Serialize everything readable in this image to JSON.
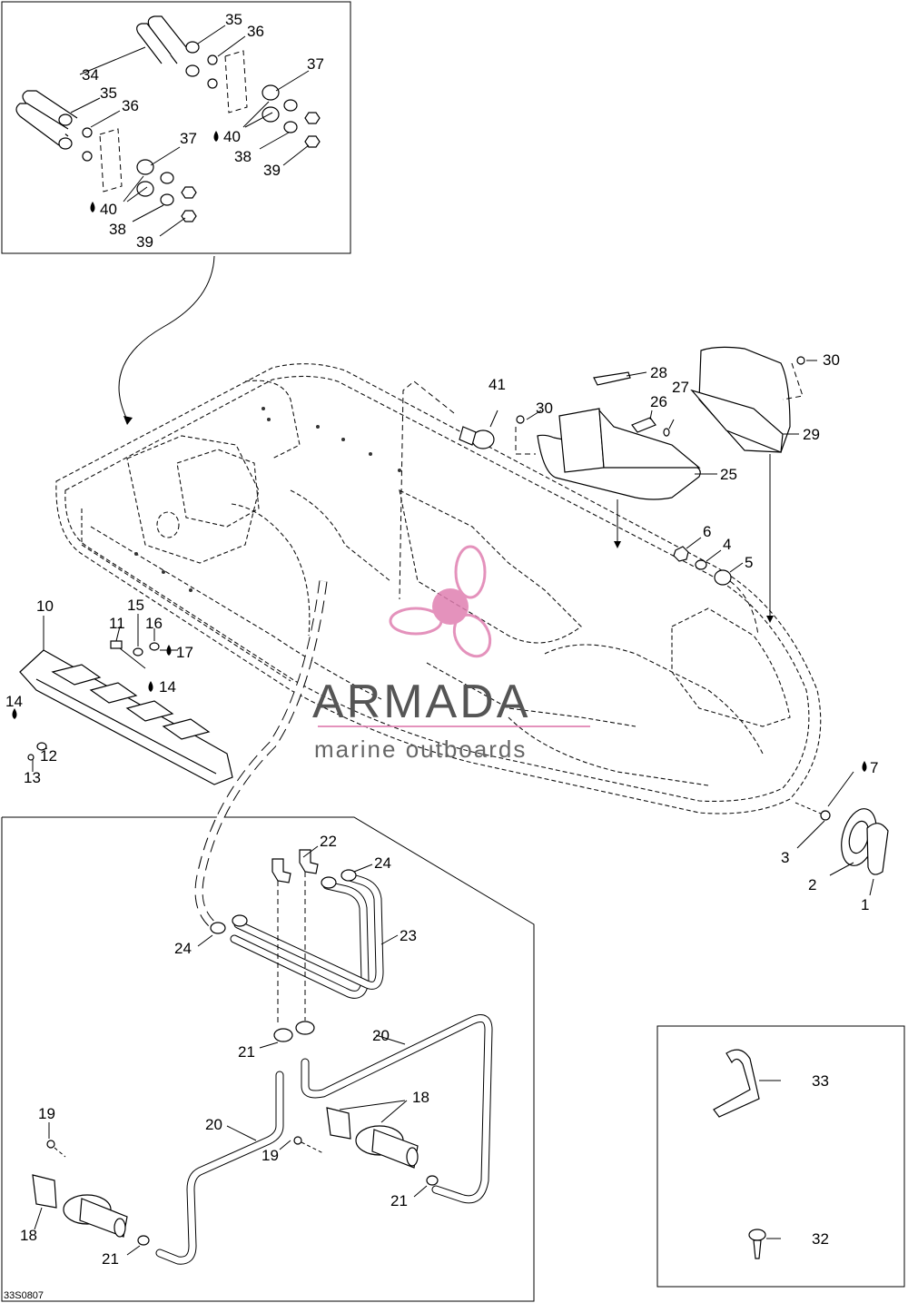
{
  "diagram": {
    "drawing_code": "33S0807",
    "colors": {
      "line": "#000000",
      "watermark_text": "#555555",
      "watermark_logo": "#e07fb0"
    }
  },
  "watermark": {
    "brand": "ARMADA",
    "tagline": "marine outboards"
  },
  "callouts": {
    "p1": "1",
    "p2": "2",
    "p3": "3",
    "p4": "4",
    "p5": "5",
    "p6": "6",
    "p7": "7",
    "p10": "10",
    "p11": "11",
    "p12": "12",
    "p13": "13",
    "p14a": "14",
    "p14b": "14",
    "p15": "15",
    "p16": "16",
    "p17": "17",
    "p18a": "18",
    "p18b": "18",
    "p19a": "19",
    "p19b": "19",
    "p20a": "20",
    "p20b": "20",
    "p21a": "21",
    "p21b": "21",
    "p21c": "21",
    "p22": "22",
    "p23": "23",
    "p24a": "24",
    "p24b": "24",
    "p25": "25",
    "p26": "26",
    "p27": "27",
    "p28": "28",
    "p29": "29",
    "p30a": "30",
    "p30b": "30",
    "p32": "32",
    "p33": "33",
    "p34": "34",
    "p35a": "35",
    "p35b": "35",
    "p36a": "36",
    "p36b": "36",
    "p37a": "37",
    "p37b": "37",
    "p38a": "38",
    "p38b": "38",
    "p39a": "39",
    "p39b": "39",
    "p40a": "40",
    "p40b": "40",
    "p41": "41"
  }
}
